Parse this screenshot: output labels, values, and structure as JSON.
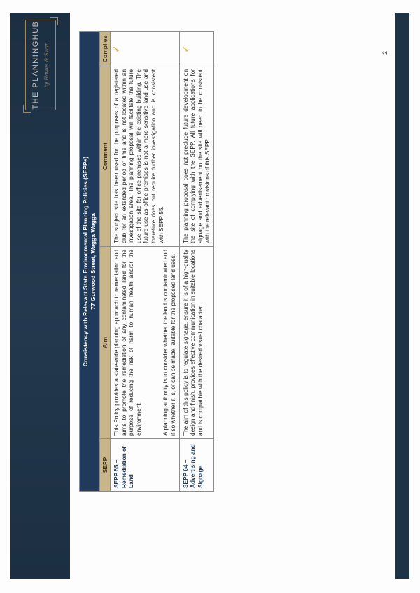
{
  "header": {
    "logo_text": "THE PLANNINGHUB",
    "logo_tagline": "by Hawes & Swan"
  },
  "table": {
    "title": "Consistency with Relevant State Environmental Planning Policies (SEPPs)",
    "subtitle": "77 Gurwood Street, Wagga Wagga",
    "columns": [
      "SEPP",
      "Aim",
      "Comment",
      "Complies"
    ],
    "rows": [
      {
        "sepp": "SEPP 55 – Remediation of Land",
        "aim_1": "This Policy provides a state-wide planning approach to remediation and aims to promote the remediation of any contaminated land for the purpose of reducing the risk of harm to human health and/or the environment.",
        "aim_2": "A planning authority is to consider whether the land is contaminated and if so whether it is, or can be made, suitable for the proposed land uses.",
        "comment": "The subject site has been used for the purposes of a registered club for an extended period of time and is not located within an investigation area. The planning proposal will facilitate the future use of the site for office premises within the existing building. The future use as office premises is not a more sensitive land use and therefore does not require further investigation and is consistent with SEPP 55.",
        "complies": "✓"
      },
      {
        "sepp": "SEPP 64 – Advertising and Signage",
        "aim_1": "The aim of this policy is to regulate signage, ensure it is of a high-quality design and finish, provides effective communication in suitable locations and is compatible with the desired visual character.",
        "aim_2": "",
        "comment": "The planning proposal does not preclude future development on the site of complying with the SEPP. All future applications for signage and advertisement on the site will need to be consistent with the relevant provisions of this SEPP.",
        "complies": "✓"
      }
    ]
  },
  "footer": {
    "page_number": "2"
  },
  "colors": {
    "banner": "#1f3347",
    "title_row": "#1f3a5a",
    "header_row": "#c9b58a",
    "check": "#d8b13a"
  }
}
